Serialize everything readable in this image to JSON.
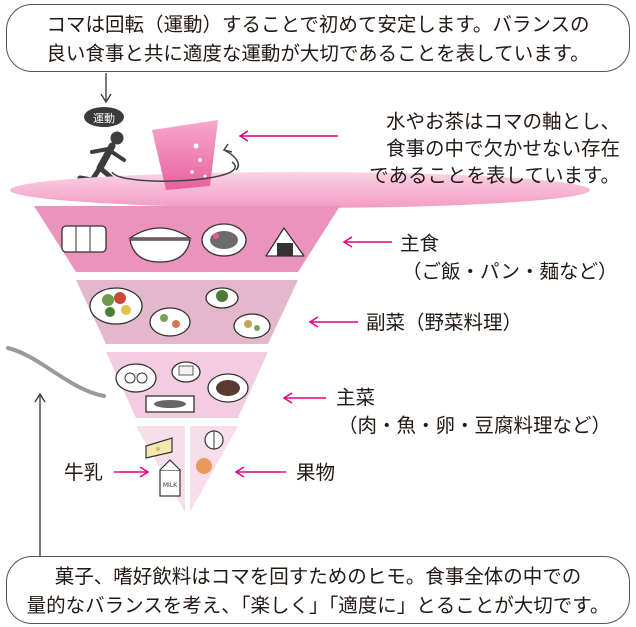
{
  "top_note": {
    "line1": "コマは回転（運動）することで初めて安定します。バランスの",
    "line2": "良い食事と共に適度な運動が大切であることを表しています。"
  },
  "exercise_badge": "運動",
  "water_note": {
    "line1": "水やお茶はコマの軸とし、",
    "line2": "食事の中で欠かせない存在",
    "line3": "であることを表しています。"
  },
  "layers": {
    "staple": {
      "name": "主食",
      "detail": "（ご飯・パン・麺など）"
    },
    "side": {
      "name": "副菜（野菜料理）"
    },
    "main": {
      "name": "主菜",
      "detail": "（肉・魚・卵・豆腐料理など）"
    },
    "milk": {
      "name": "牛乳",
      "carton_label": "MILK"
    },
    "fruit": {
      "name": "果物"
    }
  },
  "bottom_note": {
    "line1": "菓子、嗜好飲料はコマを回すためのヒモ。食事全体の中での",
    "line2": "量的なバランスを考え、「楽しく」「適度に」とることが大切です。"
  },
  "colors": {
    "pink_top": "#f7b8d3",
    "staple": "#ec93bd",
    "side": "#e3b8cd",
    "main": "#f4cce0",
    "milk_fruit": "#f8deea",
    "arrow": "#e4007f",
    "string": "#9a9a9a"
  }
}
